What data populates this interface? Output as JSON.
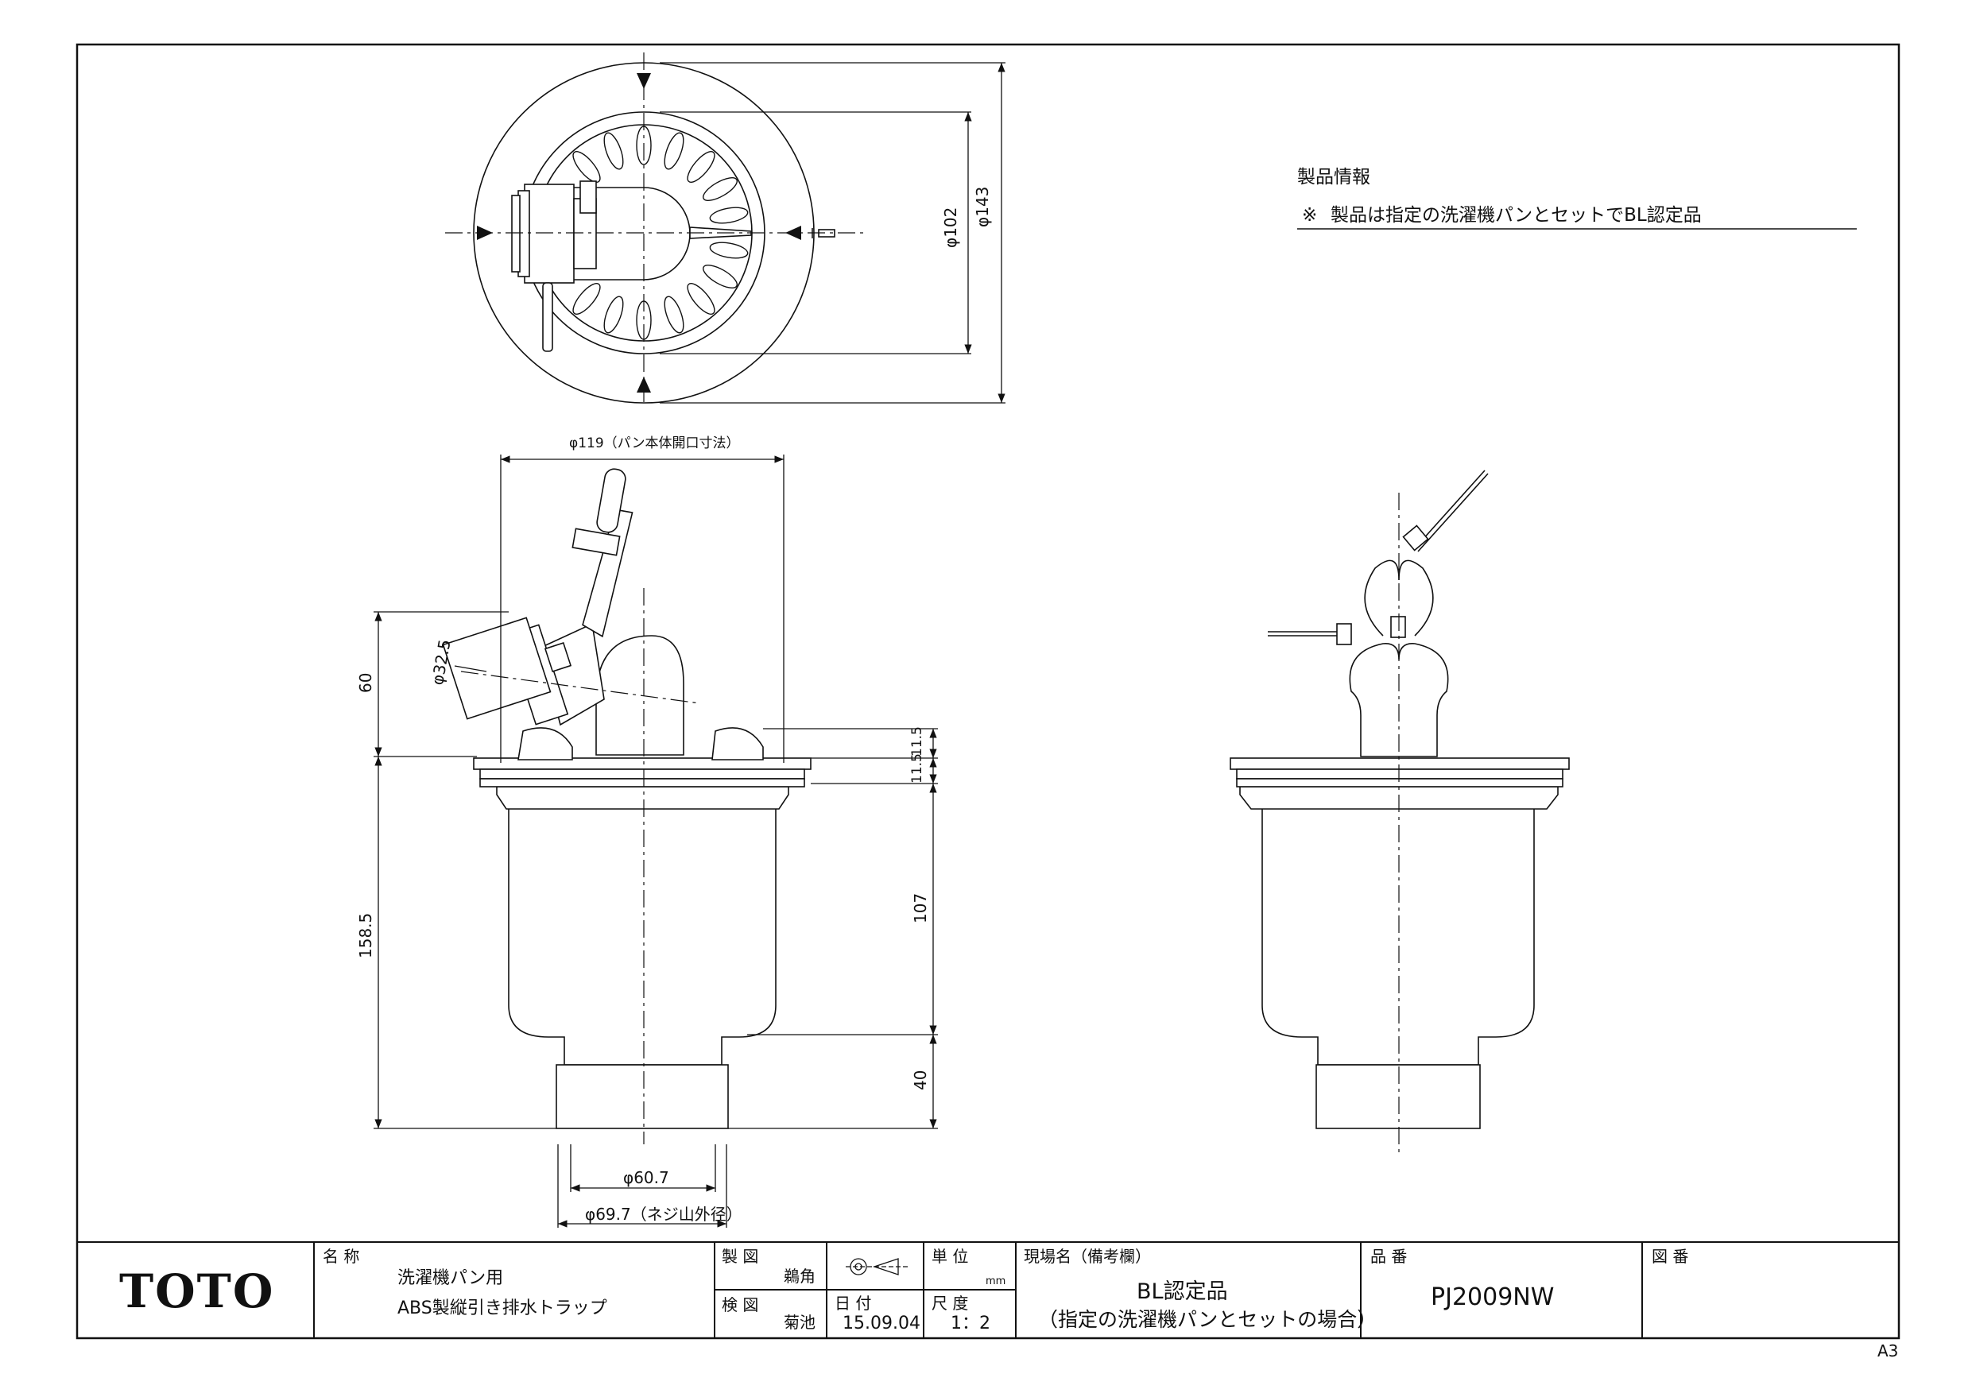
{
  "product_info": {
    "heading": "製品情報",
    "note_mark": "※",
    "note": "製品は指定の洗濯機パンとセットでBL認定品"
  },
  "dimensions": {
    "top_view": {
      "inner_dia": "φ102",
      "outer_dia": "φ143"
    },
    "front_view": {
      "opening": "φ119（パン本体開口寸法）",
      "outlet_dia": "φ32.5",
      "h60": "60",
      "h11_5_a": "11.5",
      "h11_5_b": "11.5",
      "h107": "107",
      "h158_5": "158.5",
      "h40": "40",
      "bottom_dia": "φ60.7",
      "thread_dia": "φ69.7（ネジ山外径）"
    }
  },
  "title_block": {
    "logo": "TOTO",
    "name_label": "名 称",
    "name_line1": "洗濯機パン用",
    "name_line2": "ABS製縦引き排水トラップ",
    "drawn_label": "製 図",
    "drawn_by": "鵜角",
    "checked_label": "検 図",
    "checked_by": "菊池",
    "unit_label": "単 位",
    "unit_value": "mm",
    "date_label": "日 付",
    "date_value": "15.09.04",
    "scale_label": "尺 度",
    "scale_value": "1：2",
    "site_label": "現場名（備考欄）",
    "site_line1": "BL認定品",
    "site_line2": "（指定の洗濯機パンとセットの場合）",
    "part_label": "品 番",
    "part_no": "PJ2009NW",
    "drawing_no_label": "図 番",
    "drawing_no": ""
  },
  "sheet_size": "A3"
}
